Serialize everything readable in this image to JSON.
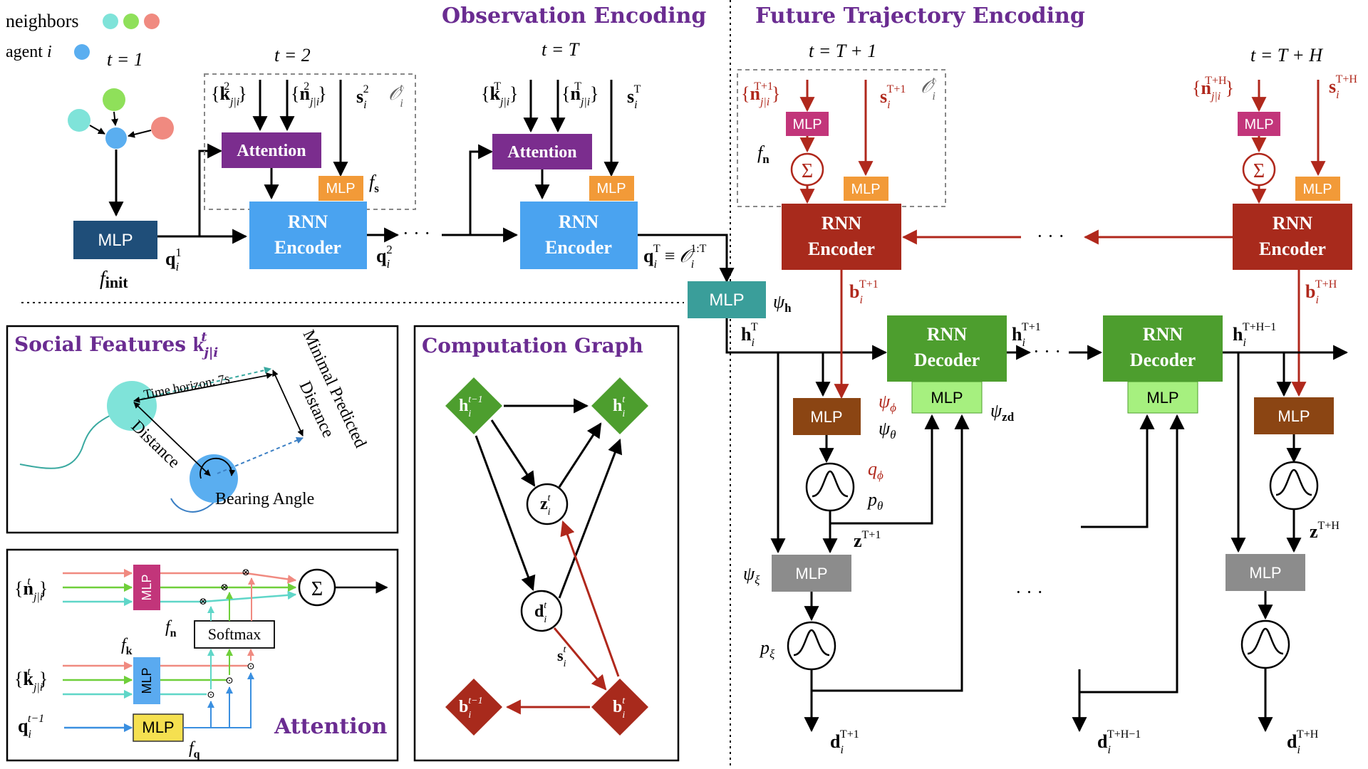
{
  "titles": {
    "observation": "Observation Encoding",
    "future": "Future Trajectory Encoding",
    "social": "Social Features",
    "social_k": "k",
    "social_sup": "t",
    "social_sub": "j|i",
    "computation": "Computation Graph",
    "attention": "Attention"
  },
  "legend": {
    "neighbors": "neighbors",
    "agent": "agent",
    "agent_var": "i"
  },
  "time": {
    "t1": "t = 1",
    "t2": "t = 2",
    "tT": "t = T",
    "tT1": "t = T + 1",
    "tTH": "t = T + H"
  },
  "blocks": {
    "mlp": "MLP",
    "attention": "Attention",
    "rnn": "RNN",
    "encoder": "Encoder",
    "decoder": "Decoder",
    "softmax": "Softmax",
    "sum": "Σ"
  },
  "labels": {
    "f_init": "f",
    "f_init_sub": "init",
    "q": "q",
    "i": "i",
    "one": "1",
    "two": "2",
    "T": "T",
    "k": "k",
    "n": "n",
    "s": "s",
    "j_i": "j|i",
    "O": "𝒪",
    "t": "t",
    "equiv": "≡",
    "one_T": "1:T",
    "f_s": "f",
    "s_sub": "s",
    "f_n": "f",
    "n_sub": "n",
    "psi_h": "ψ",
    "h_sub": "h",
    "h": "h",
    "b": "b",
    "z": "z",
    "d": "d",
    "T1": "T+1",
    "TH": "T+H",
    "TH1": "T+H−1",
    "t_minus_1": "t−1",
    "psi_phi": "ψ",
    "phi": "ϕ",
    "psi_theta": "ψ",
    "theta": "θ",
    "psi_zd": "ψ",
    "zd": "zd",
    "psi_xi": "ψ",
    "xi": "ξ",
    "q_phi": "q",
    "p_theta": "p",
    "p_xi": "p",
    "ellipsis": "· · ·",
    "f_k": "f",
    "k_sub": "k",
    "f_q": "f",
    "q_sub": "q"
  },
  "social": {
    "time_horizon": "Time horizon: 7s",
    "distance": "Distance",
    "min_pred_1": "Minimal Predicted",
    "min_pred_2": "Distance",
    "bearing": "Bearing Angle"
  },
  "colors": {
    "purple": "#6a2c91",
    "attention": "#7b2d8e",
    "rnn_encoder": "#4aa3f0",
    "mlp_orange": "#f29a38",
    "mlp_navy": "#1f4e79",
    "mlp_teal": "#3a9e9a",
    "red_encoder": "#a82a1c",
    "green_decoder": "#4d9e2e",
    "light_green": "#a6f07f",
    "brown": "#8b4513",
    "gray": "#8c8c8c",
    "pink": "#c2357a",
    "red_line": "#b0281c",
    "cyan": "#7fe3d9",
    "green_dot": "#8fe05a",
    "salmon": "#f08a80",
    "agent_blue": "#5aaef0",
    "yellow": "#f5e050",
    "k_blue": "#5aaaf0"
  }
}
